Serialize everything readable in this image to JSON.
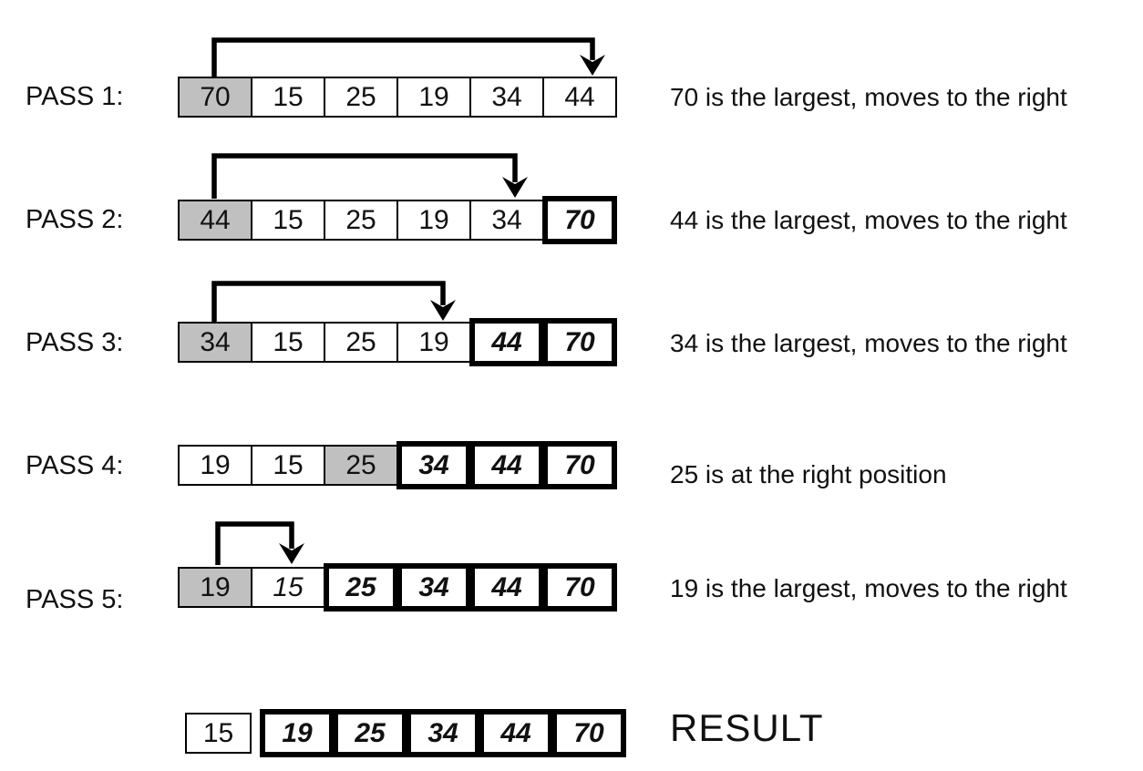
{
  "diagram": {
    "result_label": "RESULT",
    "colors": {
      "highlight_fill": "#c0c0c0",
      "line": "#000000",
      "cell_background": "#ffffff"
    }
  },
  "rows": [
    {
      "label": "PASS 1:",
      "annotation": "70 is the largest, moves to the right",
      "arrow": {
        "from_index": 0,
        "to_index": 5
      },
      "cells": [
        {
          "value": "70",
          "style": "active"
        },
        {
          "value": "15",
          "style": "plain"
        },
        {
          "value": "25",
          "style": "plain"
        },
        {
          "value": "19",
          "style": "plain"
        },
        {
          "value": "34",
          "style": "plain"
        },
        {
          "value": "44",
          "style": "plain"
        }
      ]
    },
    {
      "label": "PASS 2:",
      "annotation": "44 is the largest, moves to the right",
      "arrow": {
        "from_index": 0,
        "to_index": 4
      },
      "cells": [
        {
          "value": "44",
          "style": "active"
        },
        {
          "value": "15",
          "style": "plain"
        },
        {
          "value": "25",
          "style": "plain"
        },
        {
          "value": "19",
          "style": "plain"
        },
        {
          "value": "34",
          "style": "plain"
        },
        {
          "value": "70",
          "style": "sorted"
        }
      ]
    },
    {
      "label": "PASS 3:",
      "annotation": "34  is the largest, moves to the right",
      "arrow": {
        "from_index": 0,
        "to_index": 3
      },
      "cells": [
        {
          "value": "34",
          "style": "active"
        },
        {
          "value": "15",
          "style": "plain"
        },
        {
          "value": "25",
          "style": "plain"
        },
        {
          "value": "19",
          "style": "plain"
        },
        {
          "value": "44",
          "style": "sorted"
        },
        {
          "value": "70",
          "style": "sorted"
        }
      ]
    },
    {
      "label": "PASS 4:",
      "annotation": "25 is at the right position",
      "arrow": null,
      "cells": [
        {
          "value": "19",
          "style": "plain"
        },
        {
          "value": "15",
          "style": "plain"
        },
        {
          "value": "25",
          "style": "active"
        },
        {
          "value": "34",
          "style": "sorted"
        },
        {
          "value": "44",
          "style": "sorted"
        },
        {
          "value": "70",
          "style": "sorted"
        }
      ]
    },
    {
      "label": "PASS 5:",
      "annotation": "19 is the largest, moves to the right",
      "arrow": {
        "from_index": 0,
        "to_index": 1
      },
      "cells": [
        {
          "value": "19",
          "style": "active"
        },
        {
          "value": "15",
          "style": "swap"
        },
        {
          "value": "25",
          "style": "sorted"
        },
        {
          "value": "34",
          "style": "sorted"
        },
        {
          "value": "44",
          "style": "sorted"
        },
        {
          "value": "70",
          "style": "sorted"
        }
      ]
    },
    {
      "label": "",
      "annotation": "RESULT",
      "arrow": null,
      "cells": [
        {
          "value": "15",
          "style": "plain"
        },
        {
          "value": "19",
          "style": "sorted"
        },
        {
          "value": "25",
          "style": "sorted"
        },
        {
          "value": "34",
          "style": "sorted"
        },
        {
          "value": "44",
          "style": "sorted"
        },
        {
          "value": "70",
          "style": "sorted"
        }
      ]
    }
  ]
}
